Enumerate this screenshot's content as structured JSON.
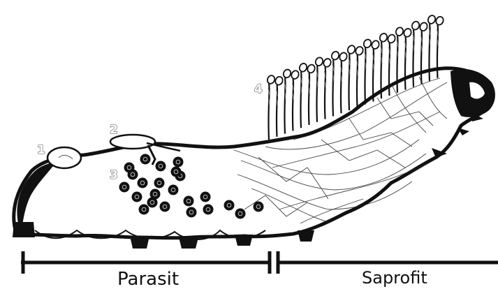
{
  "diagram": {
    "labels": [
      {
        "id": "1",
        "text": "1"
      },
      {
        "id": "2",
        "text": "2"
      },
      {
        "id": "3",
        "text": "3"
      },
      {
        "id": "4",
        "text": "4"
      }
    ],
    "timeline": {
      "parasit_label": "Parasit",
      "saprofit_label": "Saprofit"
    },
    "colors": {
      "ink": "#111111",
      "label_outline": "#6e6e6e"
    }
  }
}
